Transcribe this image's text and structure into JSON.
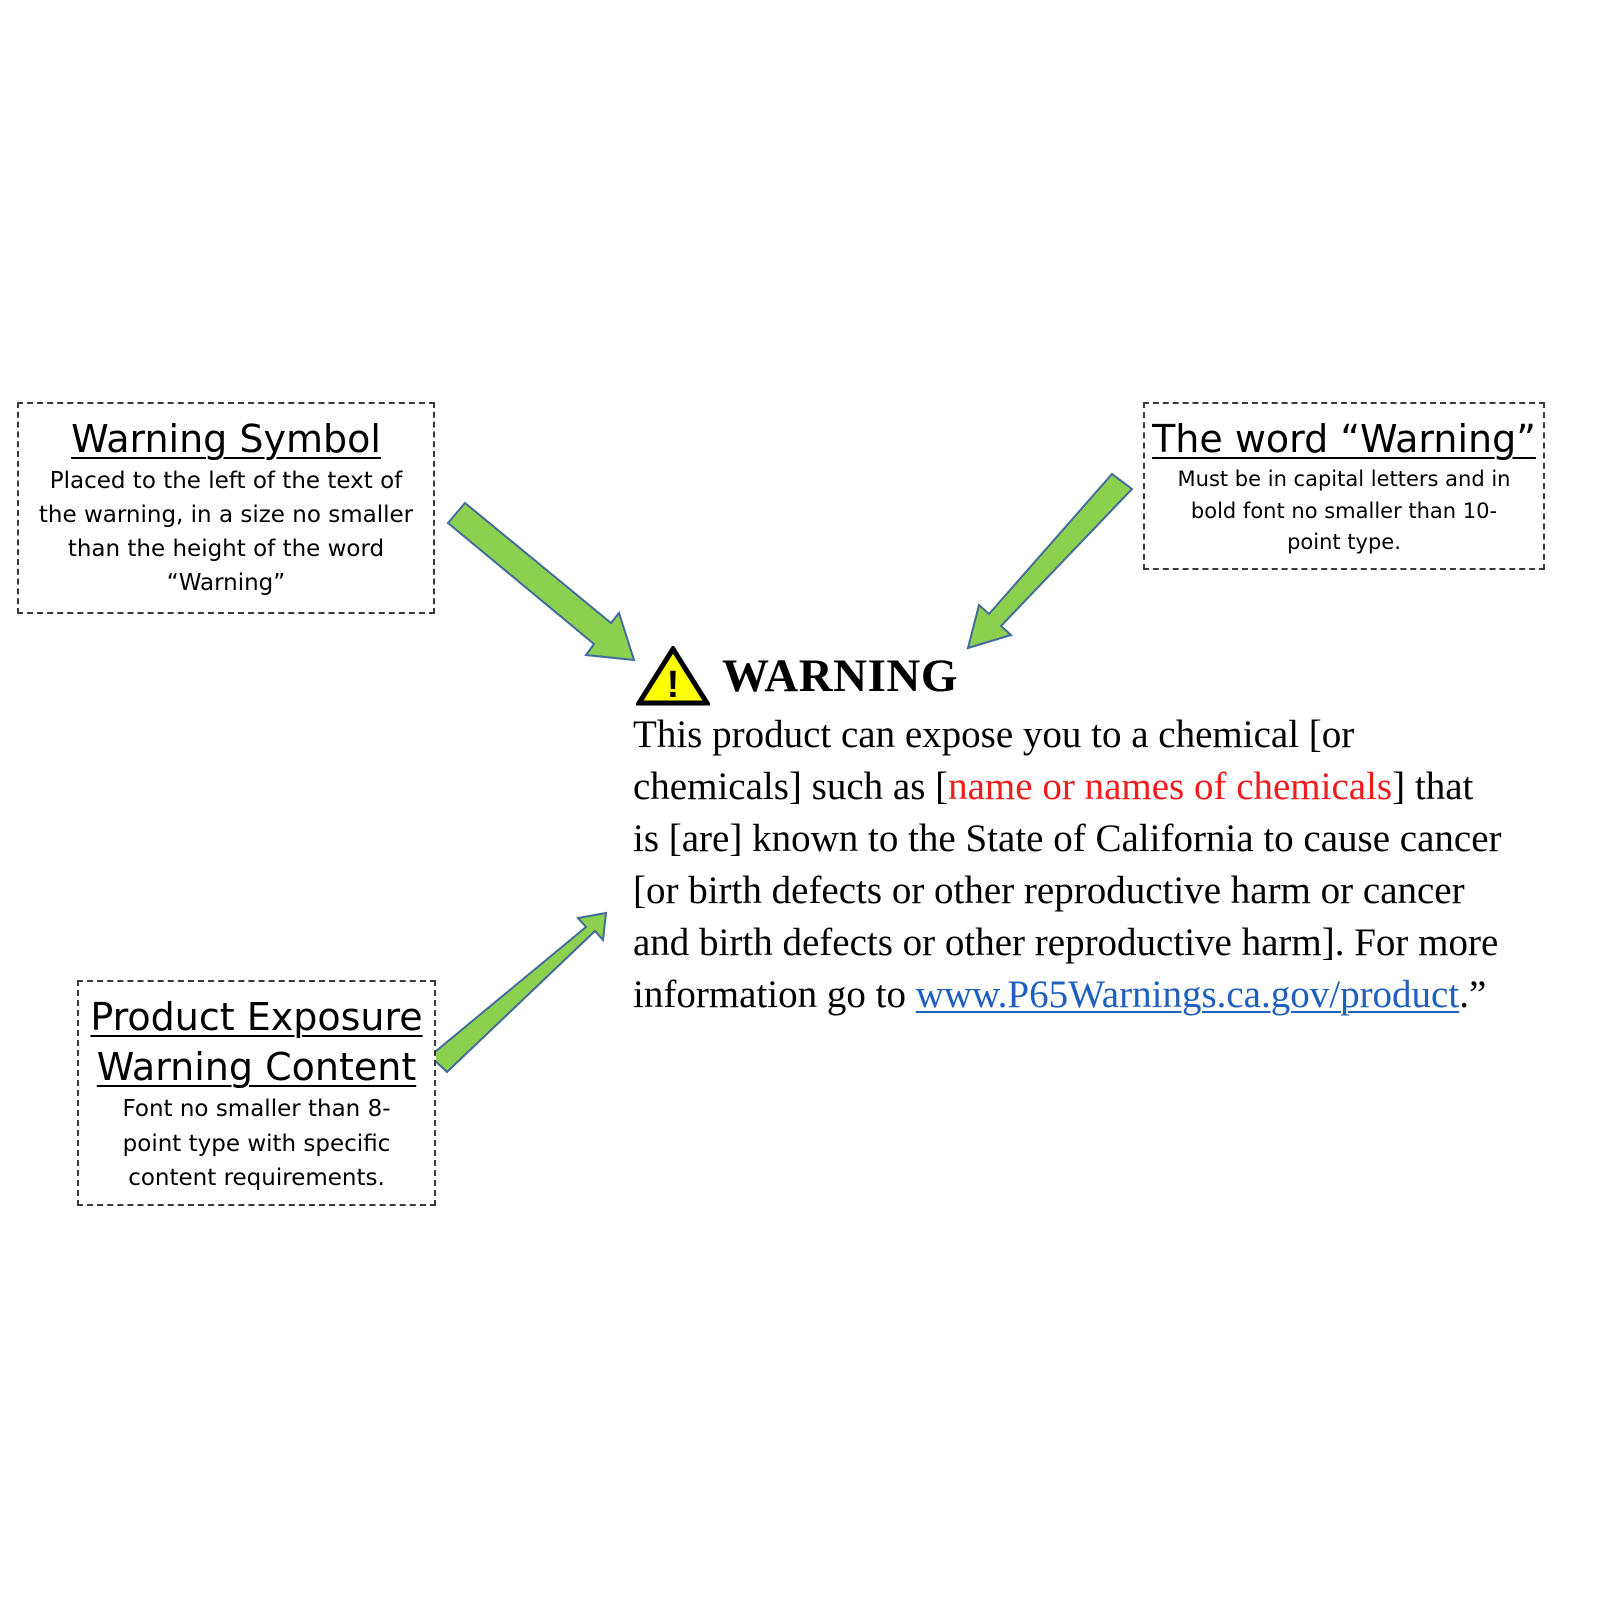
{
  "callouts": {
    "symbol": {
      "title": "Warning Symbol",
      "body": "Placed to the left of the text of\nthe warning, in a size no smaller\nthan the height of the word\n“Warning”"
    },
    "word": {
      "title": "The word “Warning”",
      "body": "Must be in capital letters and in\nbold font no smaller than 10-\npoint type."
    },
    "content": {
      "title_line1": "Product Exposure",
      "title_line2": "Warning Content",
      "body": "Font no smaller than 8-\npoint type with specific\ncontent requirements."
    }
  },
  "warning": {
    "symbol_icon": "warning-triangle-icon",
    "symbol_glyph": "!",
    "heading": "WARNING",
    "line1": "This product can expose you to a chemical [or",
    "line2_before": "chemicals] such as [",
    "line2_red": "name or names of chemicals",
    "line2_after": "] that",
    "line3": "is [are] known to the State of California to cause cancer",
    "line4": "[or birth defects or other reproductive harm or cancer",
    "line5": "and birth defects or other reproductive harm]. For more",
    "line6_before": "information go to ",
    "line6_link": "www.P65Warnings.ca.gov/product",
    "line6_after": ".”"
  },
  "colors": {
    "arrow_fill": "#8dd04f",
    "arrow_stroke": "#41699c",
    "symbol_fill": "#ffff00",
    "chemical_names": "#ee1c1c",
    "link": "#1f5fbf"
  }
}
